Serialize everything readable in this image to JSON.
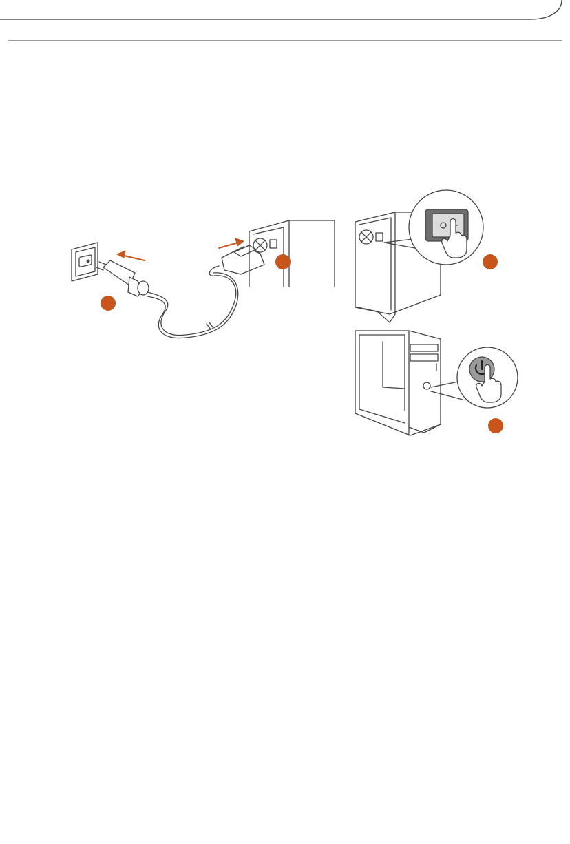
{
  "page": {
    "background": "#ffffff",
    "rule_color": "#9a9a9a"
  },
  "colors": {
    "accent": "#c8551b",
    "line": "#444444",
    "switch_fill": "#6e6e6e",
    "power_button_fill": "#9a9a9a"
  },
  "illustration": {
    "panels": [
      {
        "name": "plug-cord-into-outlet-and-psu",
        "step_markers": 2
      },
      {
        "name": "flip-psu-rocker-switch",
        "step_markers": 1
      },
      {
        "name": "press-case-power-button",
        "step_markers": 1
      }
    ],
    "icons": [
      "wall-outlet-icon",
      "power-plug-icon",
      "pc-tower-icon",
      "rocker-switch-icon",
      "power-button-icon",
      "pointing-hand-icon"
    ]
  }
}
